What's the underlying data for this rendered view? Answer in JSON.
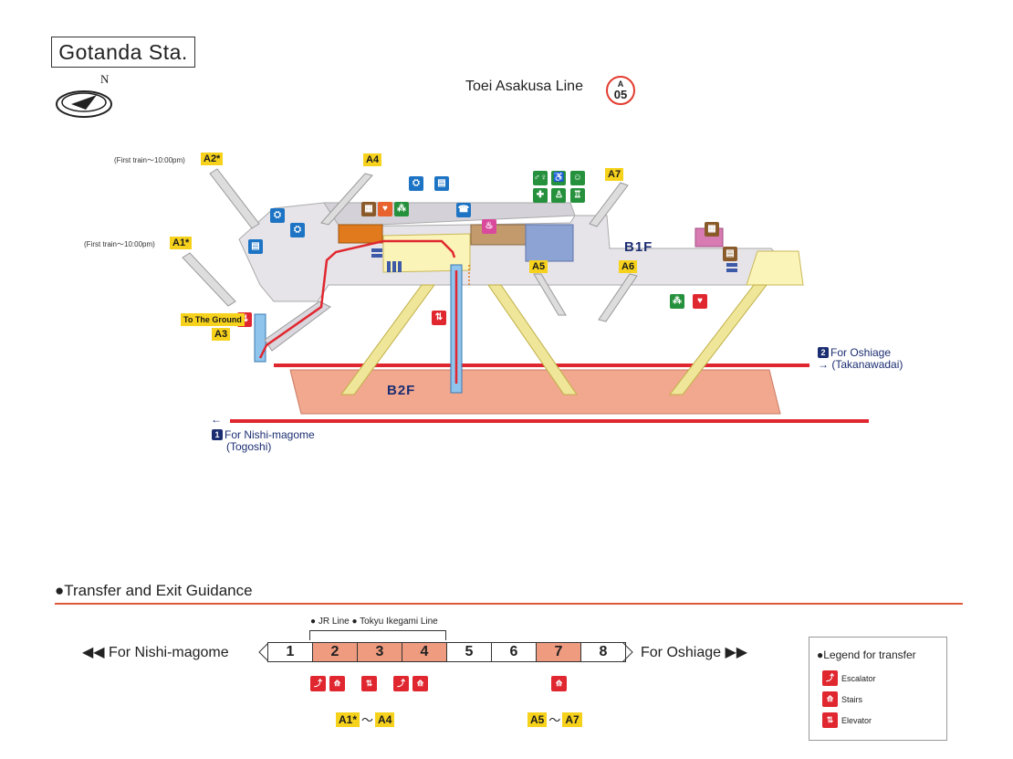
{
  "header": {
    "station_name": "Gotanda Sta.",
    "north_letter": "N",
    "line_name": "Toei Asakusa Line",
    "line_badge_letter": "A",
    "line_badge_number": "05"
  },
  "map": {
    "exits": {
      "a1": "A1*",
      "a2": "A2*",
      "a3": "A3",
      "a4": "A4",
      "a5": "A5",
      "a6": "A6",
      "a7": "A7"
    },
    "first_train_note_a2": "(First train～10:00pm)",
    "first_train_note_a1": "(First train～10:00pm)",
    "to_the_ground": "To The Ground",
    "floor_b1": "B1F",
    "floor_b2": "B2F",
    "dir_oshiage_num": "2",
    "dir_oshiage": "For Oshiage",
    "dir_oshiage_sub": "(Takanawadai)",
    "dir_nishi_num": "1",
    "dir_nishi": "For Nishi-magome",
    "dir_nishi_sub": "(Togoshi)",
    "icons": [
      "toilet-icon",
      "wheelchair-toilet-icon",
      "baby-icon",
      "elevator-icon",
      "ticket-gate-icon",
      "phone-icon",
      "aed-icon",
      "coin-locker-icon",
      "ticket-machine-icon",
      "fare-adjustment-icon",
      "escalator-icon"
    ],
    "colors": {
      "route": "#e0272f",
      "track": "#e0272f",
      "platform": "#f2a88f",
      "concourse": "#e4e2e6",
      "paid_area": "#fbf4b8",
      "elevator_shaft": "#8fc4ec"
    }
  },
  "transfer": {
    "title": "●Transfer and Exit Guidance",
    "bracket_label": "● JR Line ● Tokyu Ikegami Line",
    "left_direction": "◀◀ For Nishi-magome",
    "right_direction": "For Oshiage ▶▶",
    "cars": [
      {
        "num": "1",
        "highlight": false
      },
      {
        "num": "2",
        "highlight": true
      },
      {
        "num": "3",
        "highlight": true
      },
      {
        "num": "4",
        "highlight": true
      },
      {
        "num": "5",
        "highlight": false
      },
      {
        "num": "6",
        "highlight": false
      },
      {
        "num": "7",
        "highlight": true
      },
      {
        "num": "8",
        "highlight": false
      }
    ],
    "exit_group_1_from": "A1*",
    "exit_group_1_sep": "～",
    "exit_group_1_to": "A4",
    "exit_group_2_from": "A5",
    "exit_group_2_sep": "～",
    "exit_group_2_to": "A7"
  },
  "legend": {
    "title": "●Legend for transfer",
    "escalator": "Escalator",
    "stairs": "Stairs",
    "elevator": "Elevator"
  }
}
